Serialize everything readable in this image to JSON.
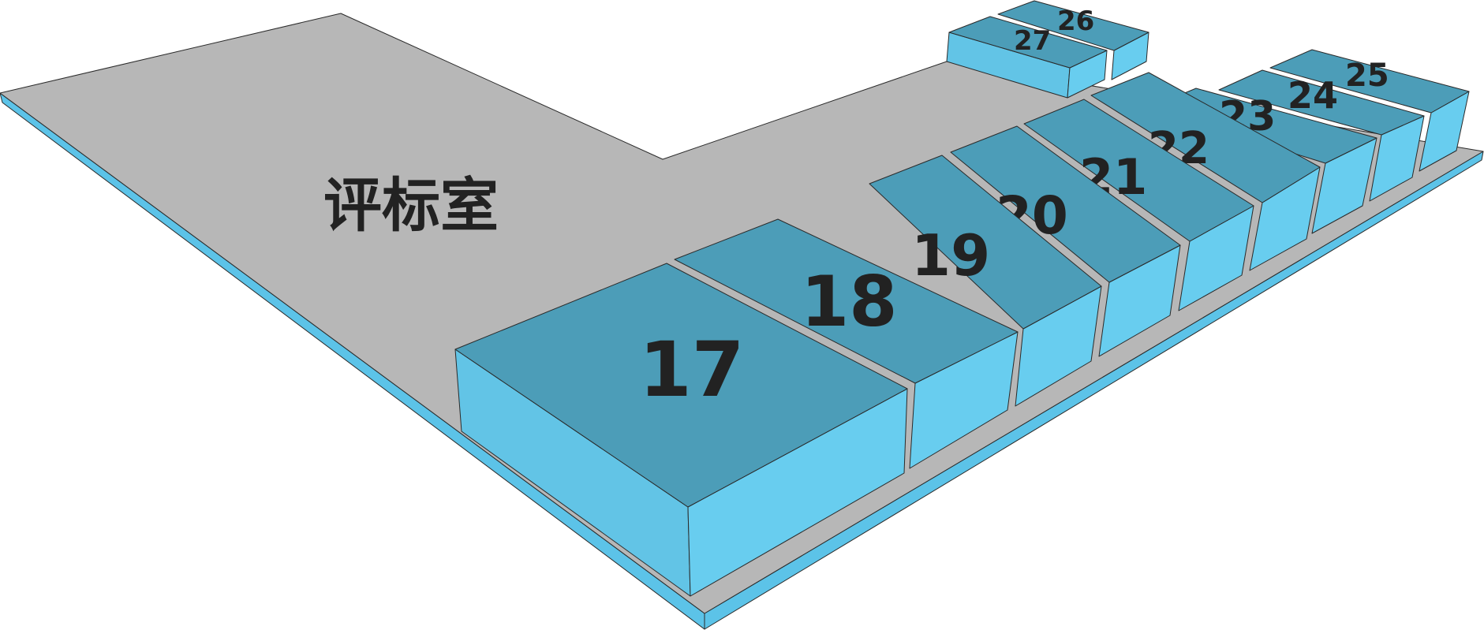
{
  "title_label": "评标室",
  "rooms": [
    {
      "id": "17",
      "label": "17"
    },
    {
      "id": "18",
      "label": "18"
    },
    {
      "id": "19",
      "label": "19"
    },
    {
      "id": "20",
      "label": "20"
    },
    {
      "id": "21",
      "label": "21"
    },
    {
      "id": "22",
      "label": "22"
    },
    {
      "id": "23",
      "label": "23"
    },
    {
      "id": "24",
      "label": "24"
    },
    {
      "id": "25",
      "label": "25"
    },
    {
      "id": "26",
      "label": "26"
    },
    {
      "id": "27",
      "label": "27"
    }
  ],
  "colors": {
    "floor": "#b7b7b7",
    "slab_side": "#5cc3e8",
    "room_top": "#4c9db8",
    "room_side_front": "#62c4e6",
    "room_side_right": "#68cdef",
    "label": "#222222"
  }
}
